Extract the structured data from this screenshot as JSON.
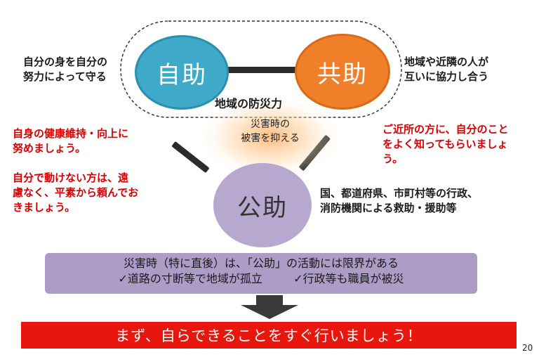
{
  "diagram": {
    "jijo": {
      "label": "自助",
      "description": [
        "自分の身を自分の",
        "努力によって守る"
      ],
      "color": "#3fa9c9"
    },
    "kyojo": {
      "label": "共助",
      "description": [
        "地域や近隣の人が",
        "互いに協力し合う"
      ],
      "color": "#f07f2a"
    },
    "kojo": {
      "label": "公助",
      "description": [
        "国、都道府県、市町村等の行政、",
        "消防機関による救助・援助等"
      ],
      "color": "#b7a8cf"
    },
    "community_power": "地域の防災力",
    "center_text": [
      "災害時の",
      "被害を抑える"
    ],
    "jijo_advice": {
      "line1": [
        "自身の健康維持・向上に",
        "努めましょう。"
      ],
      "line2": [
        "自分で動けない方は、遠",
        "慮なく、平素から頼んでお",
        "きましょう。"
      ]
    },
    "kyojo_advice": [
      "ご近所の方に、自分のこと",
      "をよく知ってもらいましょ",
      "う。"
    ]
  },
  "notice": {
    "title": "災害時（特に直後）は、「公助」の活動には限界がある",
    "item1": "✓道路の寸断等で地域が孤立",
    "item2": "✓行政等も職員が被災",
    "color": "#ac9cc6"
  },
  "banner": {
    "text": "まず、自らできることをすぐ行いましょう！",
    "color": "#e8160c"
  },
  "page_number": "20"
}
